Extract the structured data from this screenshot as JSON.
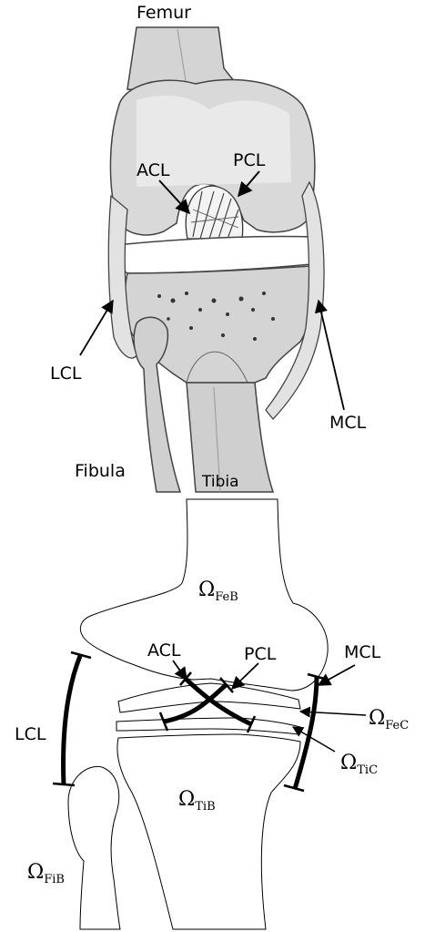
{
  "anatomical_view": {
    "labels": {
      "femur": "Femur",
      "acl": "ACL",
      "pcl": "PCL",
      "lcl": "LCL",
      "mcl": "MCL",
      "fibula": "Fibula",
      "tibia": "Tibia"
    }
  },
  "model_view": {
    "labels": {
      "acl": "ACL",
      "pcl": "PCL",
      "mcl": "MCL",
      "lcl": "LCL"
    },
    "domains": {
      "femur_bone": {
        "symbol": "Ω",
        "subscript": "FeB"
      },
      "femur_cartilage": {
        "symbol": "Ω",
        "subscript": "FeC"
      },
      "tibia_cartilage": {
        "symbol": "Ω",
        "subscript": "TiC"
      },
      "tibia_bone": {
        "symbol": "Ω",
        "subscript": "TiB"
      },
      "fibula_bone": {
        "symbol": "Ω",
        "subscript": "FiB"
      }
    }
  }
}
